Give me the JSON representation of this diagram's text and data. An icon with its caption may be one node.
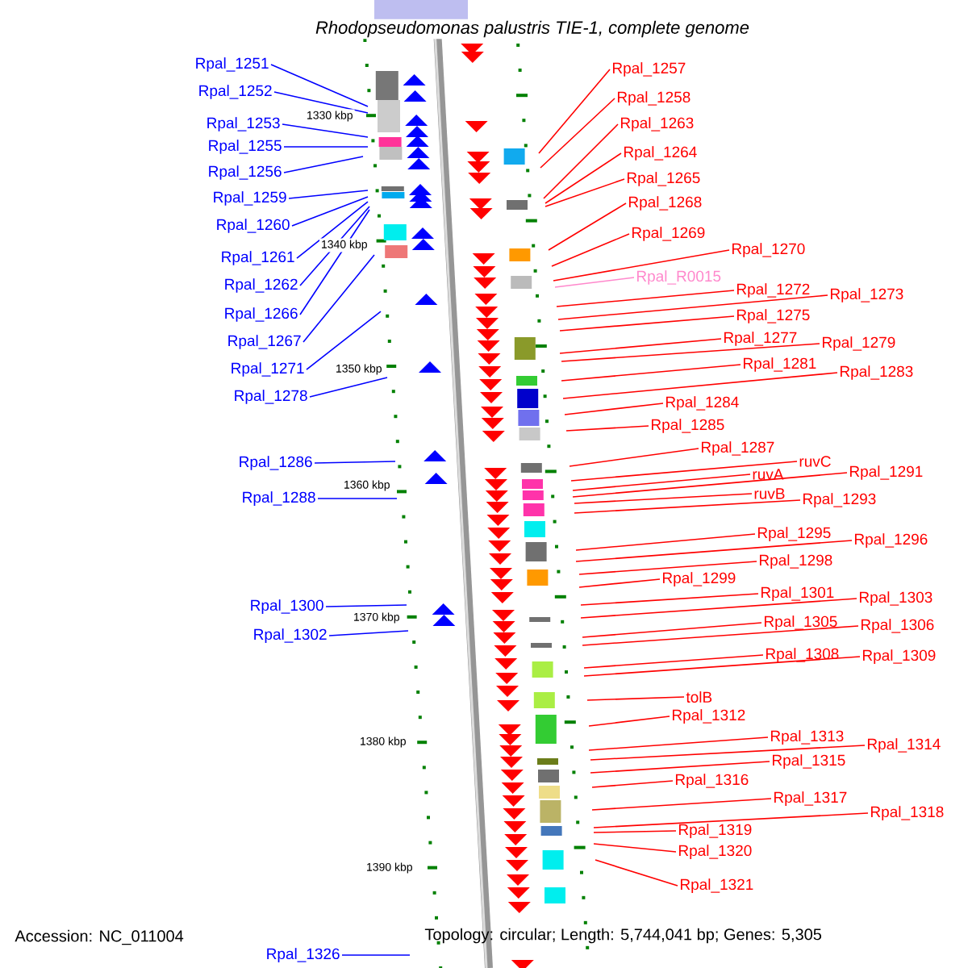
{
  "diagram": {
    "title": "Rhodopseudomonas palustris TIE-1, complete genome",
    "nodes": [
      {
        "text": [
          "Rpal_1251"
        ]
      },
      {
        "text": [
          "Rpal_1252"
        ]
      },
      {
        "text": [
          "Rpal_1253"
        ]
      },
      {
        "text": [
          "Rpal_1255"
        ]
      },
      {
        "text": [
          "Rpal_1256"
        ]
      },
      {
        "text": [
          "Rpal_1259"
        ]
      },
      {
        "text": [
          "Rpal_1260"
        ]
      },
      {
        "text": [
          "Rpal_1261"
        ]
      },
      {
        "text": [
          "Rpal_1262"
        ]
      },
      {
        "text": [
          "Rpal_1266"
        ]
      },
      {
        "text": [
          "Rpal_1267"
        ]
      },
      {
        "text": [
          "Rpal_1271"
        ]
      },
      {
        "text": [
          "Rpal_1278"
        ]
      },
      {
        "text": [
          "Rpal_1286"
        ]
      },
      {
        "text": [
          "Rpal_1288"
        ]
      },
      {
        "text": [
          "Rpal_1300"
        ]
      },
      {
        "text": [
          "Rpal_1302"
        ]
      },
      {
        "text": [
          "Rpal_1326"
        ]
      },
      {
        "text": [
          "Rpal_1257"
        ]
      },
      {
        "text": [
          "Rpal_1258"
        ]
      },
      {
        "text": [
          "Rpal_1263"
        ]
      },
      {
        "text": [
          "Rpal_1264"
        ]
      },
      {
        "text": [
          "Rpal_1265"
        ]
      },
      {
        "text": [
          "Rpal_1268"
        ]
      },
      {
        "text": [
          "Rpal_1269"
        ]
      },
      {
        "text": [
          "Rpal_1270"
        ]
      },
      {
        "text": [
          "Rpal_R0015"
        ]
      },
      {
        "text": [
          "Rpal_1272"
        ]
      },
      {
        "text": [
          "Rpal_1273"
        ]
      },
      {
        "text": [
          "Rpal_1275"
        ]
      },
      {
        "text": [
          "Rpal_1277"
        ]
      },
      {
        "text": [
          "Rpal_1279"
        ]
      },
      {
        "text": [
          "Rpal_1281"
        ]
      },
      {
        "text": [
          "Rpal_1283"
        ]
      },
      {
        "text": [
          "Rpal_1284"
        ]
      },
      {
        "text": [
          "Rpal_1285"
        ]
      },
      {
        "text": [
          "Rpal_1287"
        ]
      },
      {
        "text": [
          "ruvC"
        ]
      },
      {
        "text": [
          "ruvA"
        ]
      },
      {
        "text": [
          "Rpal_1291"
        ]
      },
      {
        "text": [
          "ruvB"
        ]
      },
      {
        "text": [
          "Rpal_1293"
        ]
      },
      {
        "text": [
          "Rpal_1295"
        ]
      },
      {
        "text": [
          "Rpal_1296"
        ]
      },
      {
        "text": [
          "Rpal_1298"
        ]
      },
      {
        "text": [
          "Rpal_1299"
        ]
      },
      {
        "text": [
          "Rpal_1301"
        ]
      },
      {
        "text": [
          "Rpal_1303"
        ]
      },
      {
        "text": [
          "Rpal_1305"
        ]
      },
      {
        "text": [
          "Rpal_1306"
        ]
      },
      {
        "text": [
          "Rpal_1308"
        ]
      },
      {
        "text": [
          "Rpal_1309"
        ]
      },
      {
        "text": [
          "tolB"
        ]
      },
      {
        "text": [
          "Rpal_1312"
        ]
      },
      {
        "text": [
          "Rpal_1313"
        ]
      },
      {
        "text": [
          "Rpal_1314"
        ]
      },
      {
        "text": [
          "Rpal_1315"
        ]
      },
      {
        "text": [
          "Rpal_1316"
        ]
      },
      {
        "text": [
          "Rpal_1317"
        ]
      },
      {
        "text": [
          "Rpal_1318"
        ]
      },
      {
        "text": [
          "Rpal_1319"
        ]
      },
      {
        "text": [
          "Rpal_1320"
        ]
      },
      {
        "text": [
          "Rpal_1321"
        ]
      },
      {
        "text": [],
        "shape": "picture"
      }
    ],
    "edges": [
      {
        "from": 0,
        "to": 63,
        "arrow": "none",
        "color": "#0000ff"
      },
      {
        "from": 1,
        "to": 63,
        "arrow": "none",
        "color": "#0000ff"
      },
      {
        "from": 2,
        "to": 63,
        "arrow": "none",
        "color": "#0000ff"
      },
      {
        "from": 3,
        "to": 63,
        "arrow": "none",
        "color": "#0000ff"
      },
      {
        "from": 4,
        "to": 63,
        "arrow": "none",
        "color": "#0000ff"
      },
      {
        "from": 5,
        "to": 63,
        "arrow": "none",
        "color": "#0000ff"
      },
      {
        "from": 6,
        "to": 63,
        "arrow": "none",
        "color": "#0000ff"
      },
      {
        "from": 7,
        "to": 63,
        "arrow": "none",
        "color": "#0000ff"
      },
      {
        "from": 8,
        "to": 63,
        "arrow": "none",
        "color": "#0000ff"
      },
      {
        "from": 9,
        "to": 63,
        "arrow": "none",
        "color": "#0000ff"
      },
      {
        "from": 10,
        "to": 63,
        "arrow": "none",
        "color": "#0000ff"
      },
      {
        "from": 11,
        "to": 63,
        "arrow": "none",
        "color": "#0000ff"
      },
      {
        "from": 12,
        "to": 63,
        "arrow": "none",
        "color": "#0000ff"
      },
      {
        "from": 13,
        "to": 63,
        "arrow": "none",
        "color": "#0000ff"
      },
      {
        "from": 14,
        "to": 63,
        "arrow": "none",
        "color": "#0000ff"
      },
      {
        "from": 15,
        "to": 63,
        "arrow": "none",
        "color": "#0000ff"
      },
      {
        "from": 16,
        "to": 63,
        "arrow": "none",
        "color": "#0000ff"
      },
      {
        "from": 17,
        "to": 63,
        "arrow": "none",
        "color": "#0000ff"
      },
      {
        "from": 18,
        "to": 63,
        "arrow": "none"
      },
      {
        "from": 19,
        "to": 63,
        "arrow": "none"
      },
      {
        "from": 20,
        "to": 63,
        "arrow": "none"
      },
      {
        "from": 21,
        "to": 63,
        "arrow": "none"
      },
      {
        "from": 22,
        "to": 63,
        "arrow": "none"
      },
      {
        "from": 23,
        "to": 63,
        "arrow": "none"
      },
      {
        "from": 24,
        "to": 63,
        "arrow": "none"
      },
      {
        "from": 25,
        "to": 63,
        "arrow": "none"
      },
      {
        "from": 26,
        "to": 63,
        "arrow": "none",
        "color": "#ff88cc"
      },
      {
        "from": 27,
        "to": 63,
        "arrow": "none"
      },
      {
        "from": 28,
        "to": 63,
        "arrow": "none"
      },
      {
        "from": 29,
        "to": 63,
        "arrow": "none"
      },
      {
        "from": 30,
        "to": 63,
        "arrow": "none"
      },
      {
        "from": 31,
        "to": 63,
        "arrow": "none"
      },
      {
        "from": 32,
        "to": 63,
        "arrow": "none"
      },
      {
        "from": 33,
        "to": 63,
        "arrow": "none"
      },
      {
        "from": 34,
        "to": 63,
        "arrow": "none"
      },
      {
        "from": 35,
        "to": 63,
        "arrow": "none"
      },
      {
        "from": 36,
        "to": 63,
        "arrow": "none"
      },
      {
        "from": 37,
        "to": 63,
        "arrow": "none"
      },
      {
        "from": 38,
        "to": 63,
        "arrow": "none"
      },
      {
        "from": 39,
        "to": 63,
        "arrow": "none"
      },
      {
        "from": 40,
        "to": 63,
        "arrow": "none"
      },
      {
        "from": 41,
        "to": 63,
        "arrow": "none"
      },
      {
        "from": 42,
        "to": 63,
        "arrow": "none"
      },
      {
        "from": 43,
        "to": 63,
        "arrow": "none"
      },
      {
        "from": 44,
        "to": 63,
        "arrow": "none"
      },
      {
        "from": 45,
        "to": 63,
        "arrow": "none"
      },
      {
        "from": 46,
        "to": 63,
        "arrow": "none"
      },
      {
        "from": 47,
        "to": 63,
        "arrow": "none"
      },
      {
        "from": 48,
        "to": 63,
        "arrow": "none"
      },
      {
        "from": 49,
        "to": 63,
        "arrow": "none"
      },
      {
        "from": 50,
        "to": 63,
        "arrow": "none"
      },
      {
        "from": 51,
        "to": 63,
        "arrow": "none"
      },
      {
        "from": 52,
        "to": 63,
        "arrow": "none"
      },
      {
        "from": 53,
        "to": 63,
        "arrow": "none"
      },
      {
        "from": 54,
        "to": 63,
        "arrow": "none"
      },
      {
        "from": 55,
        "to": 63,
        "arrow": "none"
      },
      {
        "from": 56,
        "to": 63,
        "arrow": "none"
      },
      {
        "from": 57,
        "to": 63,
        "arrow": "none"
      },
      {
        "from": 58,
        "to": 63,
        "arrow": "none"
      },
      {
        "from": 59,
        "to": 63,
        "arrow": "none"
      },
      {
        "from": 60,
        "to": 63,
        "arrow": "none"
      },
      {
        "from": 61,
        "to": 63,
        "arrow": "none"
      },
      {
        "from": 62,
        "to": 63,
        "arrow": "none"
      }
    ],
    "labels": [
      "1330 kbp",
      "1340 kbp",
      "1350 kbp",
      "1360 kbp",
      "1370 kbp",
      "1380 kbp",
      "1390 kbp",
      "Accession: NC_011004",
      "Topology: circular; Length: 5,744,041 bp; Genes: 5,305"
    ]
  }
}
